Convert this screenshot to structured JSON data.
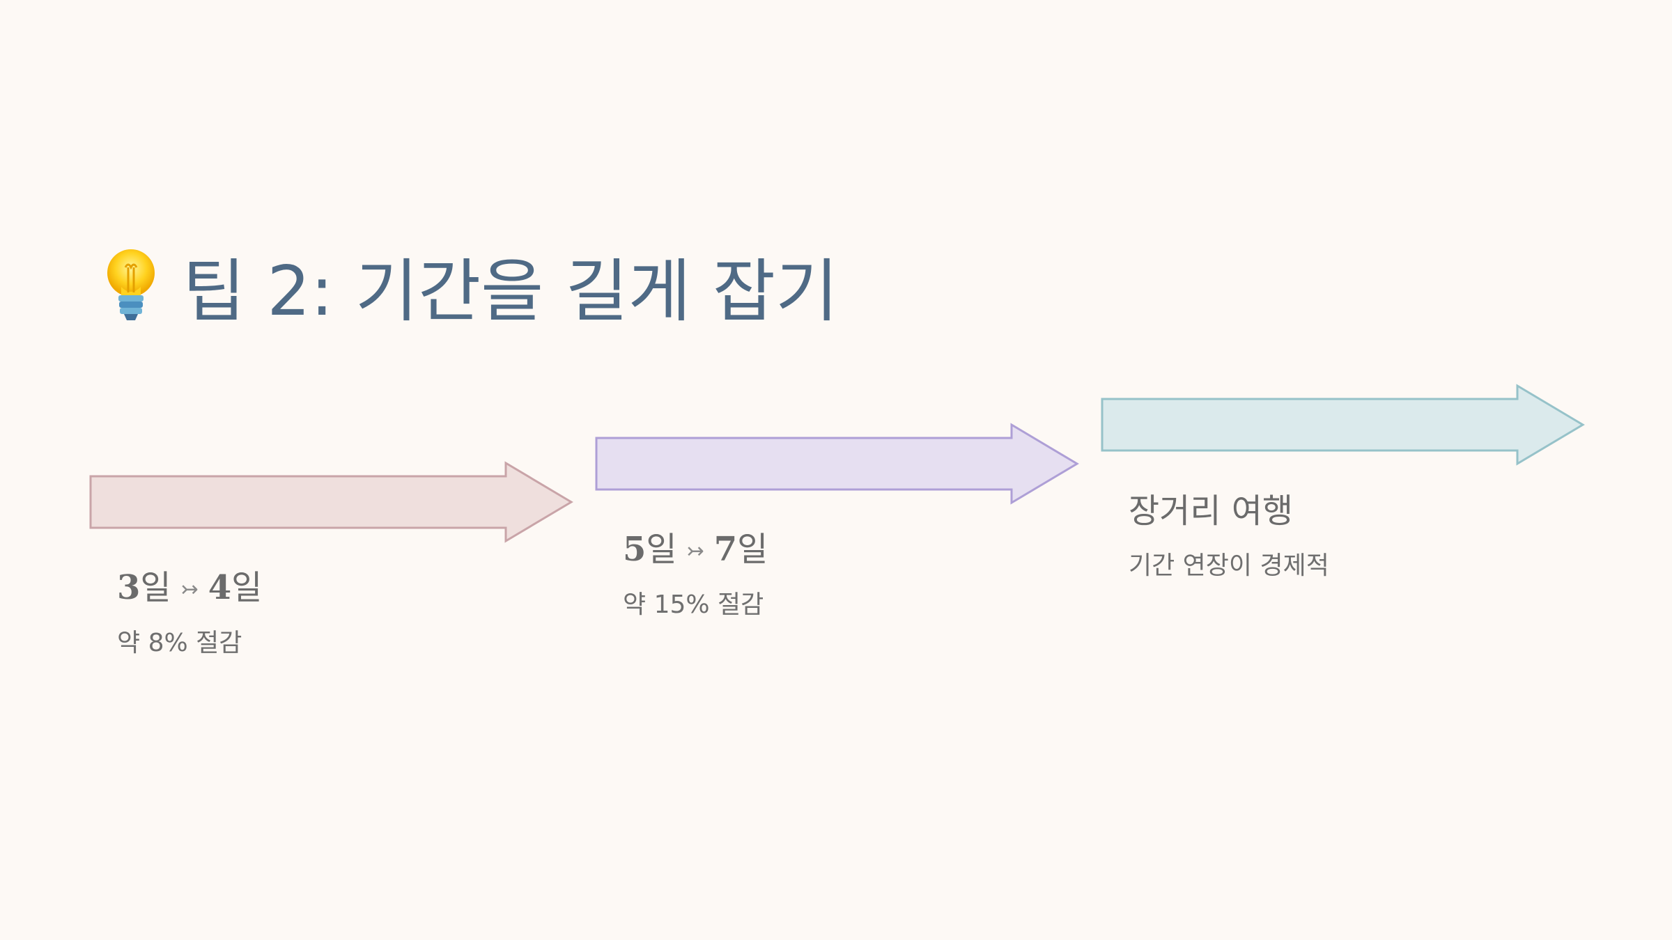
{
  "title": {
    "icon": "lightbulb-icon",
    "text": "팁 2: 기간을 길게 잡기"
  },
  "steps": [
    {
      "from_num": "3",
      "to_num": "4",
      "unit": "일",
      "connector": "↣",
      "subtitle": "약 8% 절감",
      "fill": "#efdfdd",
      "stroke": "#c9a4a8"
    },
    {
      "from_num": "5",
      "to_num": "7",
      "unit": "일",
      "connector": "↣",
      "subtitle": "약 15% 절감",
      "fill": "#e6dff1",
      "stroke": "#ae9fd6"
    },
    {
      "title": "장거리 여행",
      "subtitle": "기간 연장이 경제적",
      "fill": "#dbeaec",
      "stroke": "#96c2c9"
    }
  ],
  "colors": {
    "background": "#fdf9f5",
    "title": "#4f6a85",
    "text": "#6b6b6b"
  }
}
